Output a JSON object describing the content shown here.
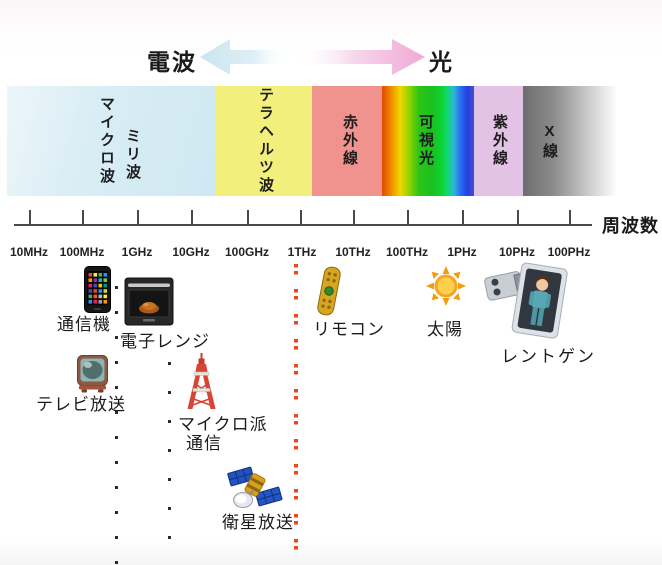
{
  "header": {
    "radio_label": "電波",
    "light_label": "光"
  },
  "spectrum": {
    "segments": [
      {
        "name": "radio-waves",
        "labels": [
          "マイクロ波",
          "ミリ波"
        ],
        "color": "#cfe8f2"
      },
      {
        "name": "terahertz",
        "labels": [
          "テラヘルツ波"
        ],
        "color": "#f3ef7c"
      },
      {
        "name": "infrared",
        "labels": [
          "赤外線"
        ],
        "color": "#f0928e"
      },
      {
        "name": "visible-light",
        "labels": [
          "可視光"
        ],
        "color": "rainbow-gradient"
      },
      {
        "name": "ultraviolet",
        "labels": [
          "紫外線"
        ],
        "color": "#e2c3e6"
      },
      {
        "name": "x-ray",
        "labels": [
          "X線"
        ],
        "color": "#6e6e6e"
      }
    ]
  },
  "axis": {
    "title": "周波数",
    "ticks": [
      "10MHz",
      "100MHz",
      "1GHz",
      "10GHz",
      "100GHz",
      "1THz",
      "10THz",
      "100THz",
      "1PHz",
      "10PHz",
      "100PHz"
    ]
  },
  "examples": {
    "items": [
      {
        "label": "通信機",
        "icon": "smartphone-icon"
      },
      {
        "label": "電子レンジ",
        "icon": "microwave-oven-icon"
      },
      {
        "label": "テレビ放送",
        "icon": "tv-icon"
      },
      {
        "label": "マイクロ派",
        "label2": "通信",
        "icon": "tokyo-tower-icon"
      },
      {
        "label": "衛星放送",
        "icon": "satellite-icon"
      },
      {
        "label": "リモコン",
        "icon": "remote-control-icon"
      },
      {
        "label": "太陽",
        "icon": "sun-icon"
      },
      {
        "label": "レントゲン",
        "icon": "xray-machine-icon"
      }
    ]
  },
  "colors": {
    "dotted_line_black": "#2a2a2a",
    "dotted_line_orange": "#e8491d",
    "arrow_radio_blue": "#c9e4f0",
    "arrow_light_pink": "#f0a8d6"
  }
}
